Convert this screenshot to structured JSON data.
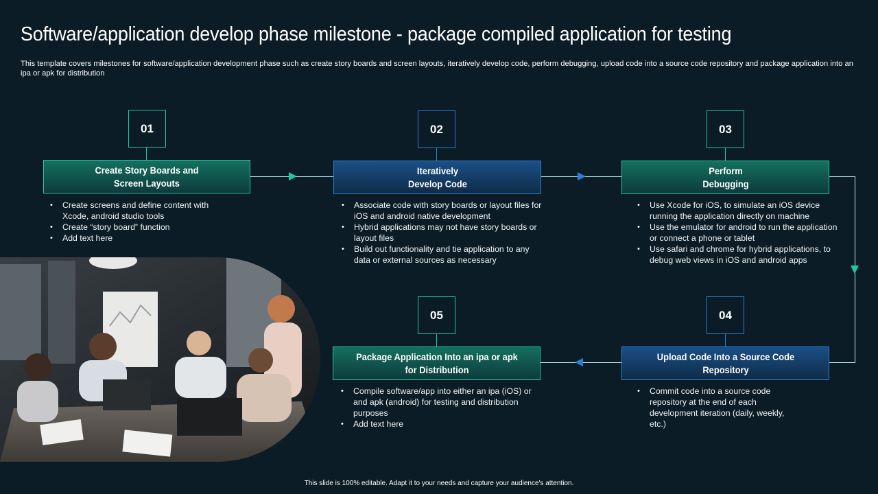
{
  "title": "Software/application develop phase milestone - package compiled application for testing",
  "subtitle": "This template covers milestones for software/application development phase such as create story boards and screen layouts, iteratively develop code, perform debugging, upload code into a source code repository and package application into an ipa or apk for distribution",
  "footer": "This slide is 100% editable.  Adapt it to your needs and capture your audience's attention.",
  "steps": [
    {
      "number": "01",
      "title": "Create Story Boards and Screen Layouts",
      "bullets": [
        "Create screens and define content with Xcode, android studio tools",
        "Create “story board” function",
        "Add text here"
      ]
    },
    {
      "number": "02",
      "title": "Iteratively Develop Code",
      "bullets": [
        "Associate code with story boards or layout files for iOS and android native development",
        "Hybrid applications may not have story boards or layout files",
        "Build out functionality and tie application to any data or external sources as necessary"
      ]
    },
    {
      "number": "03",
      "title": "Perform Debugging",
      "bullets": [
        "Use Xcode for iOS, to simulate an iOS device running the application directly on machine",
        "Use the emulator for android to run the application or connect a phone or tablet",
        "Use safari and chrome for hybrid applications, to debug web views in iOS and android apps"
      ]
    },
    {
      "number": "04",
      "title": "Upload Code Into a Source Code Repository",
      "bullets": [
        "Commit code into a source code repository at the end of each development iteration (daily, weekly, etc.)"
      ]
    },
    {
      "number": "05",
      "title": "Package Application Into an ipa or apk for Distribution",
      "bullets": [
        "Compile software/app into either an ipa (iOS) or and apk (android) for testing and distribution purposes",
        "Add text here"
      ]
    }
  ],
  "colors": {
    "background": "#0b1c26",
    "teal": "#1ec8a0",
    "blue": "#2a7fd6"
  },
  "image": {
    "description": "team-meeting-photo"
  }
}
